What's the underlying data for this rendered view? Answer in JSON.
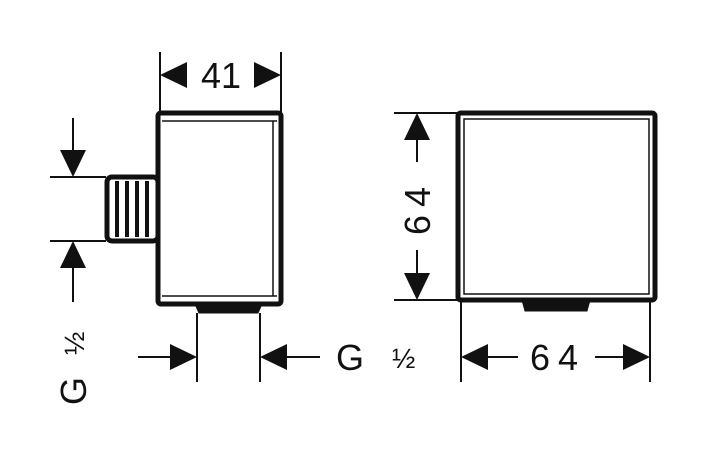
{
  "side_view": {
    "width_label": "41",
    "inlet_thread_label": {
      "letter": "G",
      "fraction": "½"
    },
    "outlet_thread_label": {
      "letter": "G",
      "fraction": "½"
    }
  },
  "front_view": {
    "height_label": "64",
    "width_label": "64"
  },
  "colors": {
    "line": "#111111",
    "background": "#ffffff"
  }
}
